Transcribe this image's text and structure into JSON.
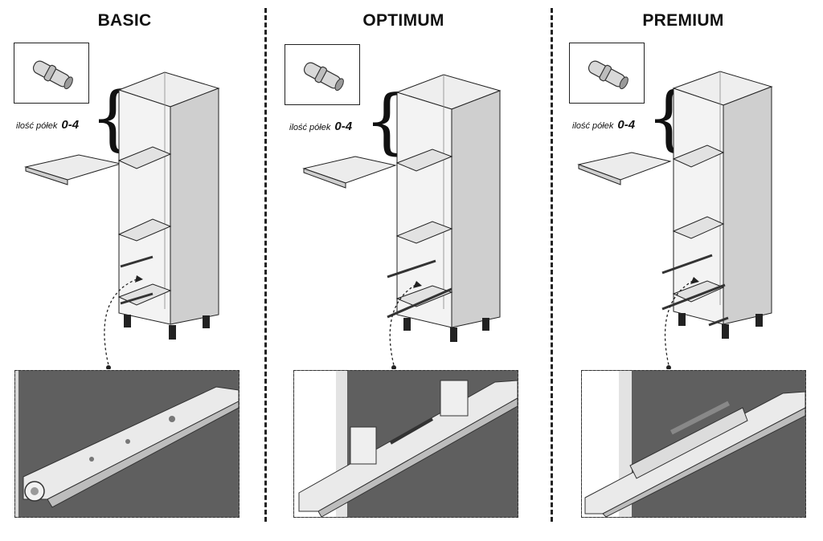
{
  "columns": [
    {
      "id": "basic",
      "title": "BASIC",
      "shelf_label": "ilość półek",
      "shelf_range": "0-4",
      "pin_icon": "shelf-pin-icon",
      "detail": "roller-runner"
    },
    {
      "id": "optimum",
      "title": "OPTIMUM",
      "shelf_label": "ilość półek",
      "shelf_range": "0-4",
      "pin_icon": "shelf-pin-icon",
      "detail": "ball-bearing-runner"
    },
    {
      "id": "premium",
      "title": "PREMIUM",
      "shelf_label": "ilość półek",
      "shelf_range": "0-4",
      "pin_icon": "shelf-pin-icon",
      "detail": "soft-close-runner"
    }
  ],
  "colors": {
    "panel": "#ededed",
    "side": "#cfcfcf",
    "detail_bg": "#5f5f5f",
    "line": "#222222"
  }
}
